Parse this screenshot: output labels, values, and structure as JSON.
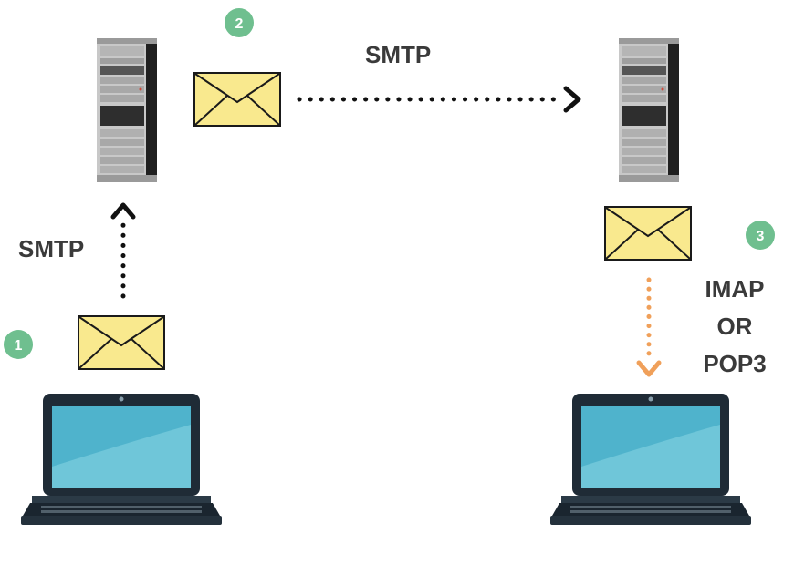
{
  "colors": {
    "badge": "#6fbf8f",
    "envelope": "#f9e98e",
    "arrow_dark": "#111111",
    "arrow_orange": "#f0a05a",
    "screen": "#4fb3cc",
    "laptop_body": "#1f2b36",
    "server_body": "#d6d6d6",
    "label_text": "#3a3a3a"
  },
  "icons": [
    "server-icon",
    "envelope-icon",
    "laptop-icon"
  ],
  "steps": [
    {
      "number": "1"
    },
    {
      "number": "2"
    },
    {
      "number": "3"
    }
  ],
  "labels": {
    "smtp_client_to_server": "SMTP",
    "smtp_server_to_server": "SMTP",
    "retrieval_line1": "IMAP",
    "retrieval_line2": "OR",
    "retrieval_line3": "POP3"
  }
}
